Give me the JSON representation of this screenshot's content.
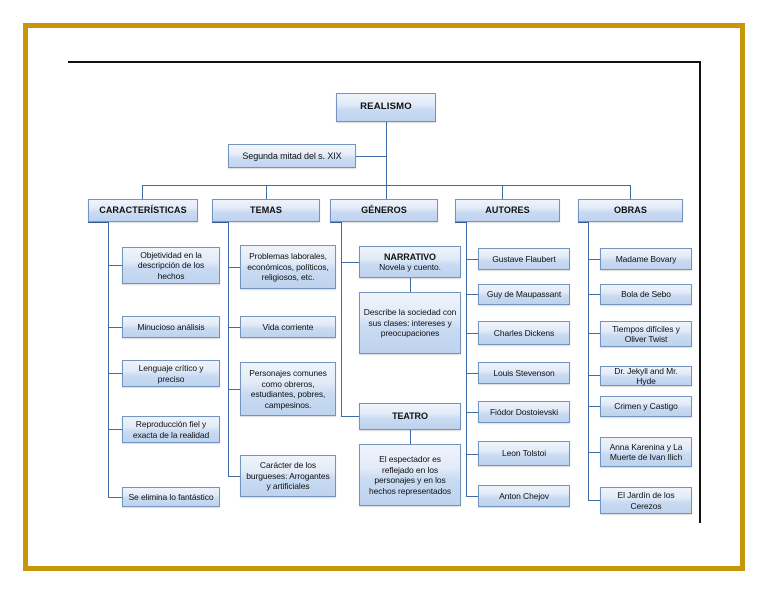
{
  "frame": {
    "border_color": "#c8960c",
    "rule_color": "#111111"
  },
  "diagram": {
    "type": "concept-map",
    "accent_color": "#3f6ba8",
    "node_fill": "#cfe0f4",
    "root": {
      "label": "REALISMO"
    },
    "period": {
      "label": "Segunda mitad del s. XIX"
    },
    "columns": [
      {
        "id": "caracteristicas",
        "header": "CARACTERÍSTICAS",
        "items": [
          "Objetividad en la descripción de los hechos",
          "Minucioso análisis",
          "Lenguaje crítico y preciso",
          "Reproducción fiel y exacta de la realidad",
          "Se elimina lo fantástico"
        ]
      },
      {
        "id": "temas",
        "header": "TEMAS",
        "items": [
          "Problemas laborales, económicos, políticos, religiosos, etc.",
          "Vida corriente",
          "Personajes comunes como obreros, estudiantes, pobres, campesinos.",
          "Carácter de los burgueses: Arrogantes y artificiales"
        ]
      },
      {
        "id": "generos",
        "header": "GÉNEROS",
        "subgroups": [
          {
            "title": "NARRATIVO",
            "subtitle": "Novela y cuento.",
            "detail": "Describe la sociedad con sus clases: intereses y preocupaciones"
          },
          {
            "title": "TEATRO",
            "subtitle": "",
            "detail": "El espectador es reflejado en los personajes y en los hechos representados"
          }
        ]
      },
      {
        "id": "autores",
        "header": "AUTORES",
        "items": [
          "Gustave Flaubert",
          "Guy de Maupassant",
          "Charles Dickens",
          "Louis Stevenson",
          "Fiódor Dostoievski",
          "Leon Tolstoi",
          "Anton Chejov"
        ]
      },
      {
        "id": "obras",
        "header": "OBRAS",
        "items": [
          "Madame Bovary",
          "Bola de Sebo",
          "Tiempos difíciles y Oliver Twist",
          "Dr. Jekyll and Mr. Hyde",
          "Crimen y Castigo",
          "Anna Karenina y La Muerte de Ivan Ilich",
          "El Jardín de los Cerezos"
        ]
      }
    ]
  }
}
